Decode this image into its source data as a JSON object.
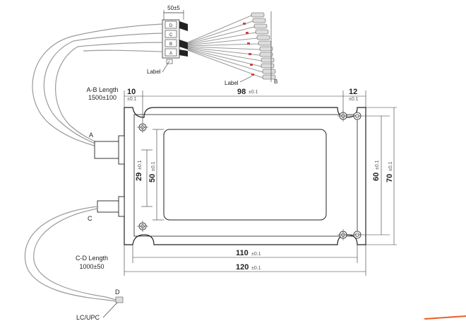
{
  "top_detail": {
    "width_dim": "50±5",
    "label_left": "Label",
    "label_right": "Label",
    "end_b": "B",
    "connectors": [
      "D",
      "C",
      "B",
      "A"
    ]
  },
  "fiber_ab": {
    "title": "A-B Length",
    "value": "1500±100",
    "end_a": "A"
  },
  "fiber_cd": {
    "title": "C-D Length",
    "value": "1000±50",
    "end_c": "C",
    "end_d": "D",
    "connector": "LC/UPC"
  },
  "dimensions": {
    "left_offset": {
      "value": "10",
      "tol": "±0.1"
    },
    "hole_spacing_top": {
      "value": "98",
      "tol": "±0.1"
    },
    "right_offset": {
      "value": "12",
      "tol": "±0.1"
    },
    "port_spacing": {
      "value": "29",
      "tol": "±0.1"
    },
    "inner_height": {
      "value": "50",
      "tol": "±0.1"
    },
    "hole_spacing_vertical": {
      "value": "60",
      "tol": "±0.1"
    },
    "total_height": {
      "value": "70",
      "tol": "±0.1"
    },
    "hole_spacing_bottom": {
      "value": "110",
      "tol": "±0.1"
    },
    "total_width": {
      "value": "120",
      "tol": "±0.1"
    }
  },
  "colors": {
    "line": "#333333",
    "fiber": "#9a9a9a",
    "accent": "#e8622c"
  }
}
